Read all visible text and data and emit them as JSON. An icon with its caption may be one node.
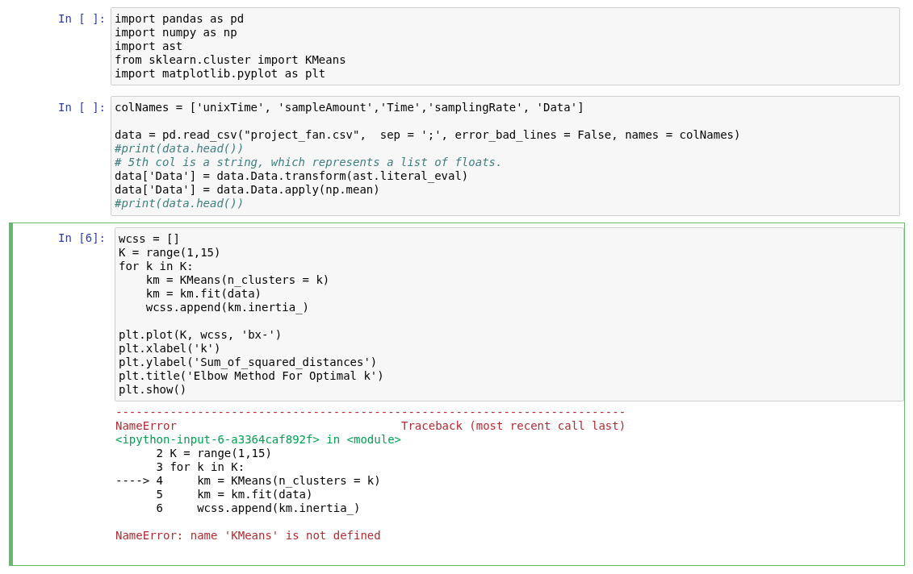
{
  "diagram": {
    "nodes": [
      {
        "text": [
          "import pandas as pd",
          "import numpy as np",
          "import ast",
          "from sklearn.cluster import KMeans",
          "import matplotlib.pyplot as plt"
        ],
        "beside": [
          "In [ ]:"
        ]
      },
      {
        "text": [
          "colNames = ['unixTime', 'sampleAmount','Time','samplingRate', 'Data']",
          "data = pd.read_csv(\"project_fan.csv\",  sep = ';', error_bad_lines = False, names = colNames)",
          "#print(data.head())",
          "# 5th col is a string, which represents a list of floats.",
          "data['Data'] = data.Data.transform(ast.literal_eval)",
          "data['Data'] = data.Data.apply(np.mean)",
          "#print(data.head())"
        ],
        "beside": [
          "In [ ]:"
        ]
      },
      {
        "text": [
          "In [6]:",
          "---------------------------------------------------------------------------",
          "NameError                                 Traceback (most recent call last)",
          "<ipython-input-6-a3364caf892f> in <module>",
          "      2 K = range(1,15)",
          "      3 for k in K:",
          "----> 4     km = KMeans(n_clusters = k)",
          "      5     km = km.fit(data)",
          "      6     wcss.append(km.inertia_)",
          "NameError: name 'KMeans' is not defined"
        ]
      },
      {
        "text": [
          "wcss = []",
          "K = range(1,15)",
          "for k in K:",
          "    km = KMeans(n_clusters = k)",
          "    km = km.fit(data)",
          "    wcss.append(km.inertia_)",
          "plt.plot(K, wcss, 'bx-')",
          "plt.xlabel('k')",
          "plt.ylabel('Sum_of_squared_distances')",
          "plt.title('Elbow Method For Optimal k')",
          "plt.show()"
        ],
        "in": 2
      }
    ]
  }
}
